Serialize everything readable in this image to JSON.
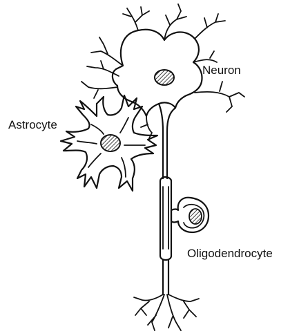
{
  "labels": {
    "neuron": "Neuron",
    "astrocyte": "Astrocyte",
    "oligodendrocyte": "Oligodendrocyte"
  },
  "colors": {
    "ink": "#111111",
    "background": "#ffffff"
  }
}
